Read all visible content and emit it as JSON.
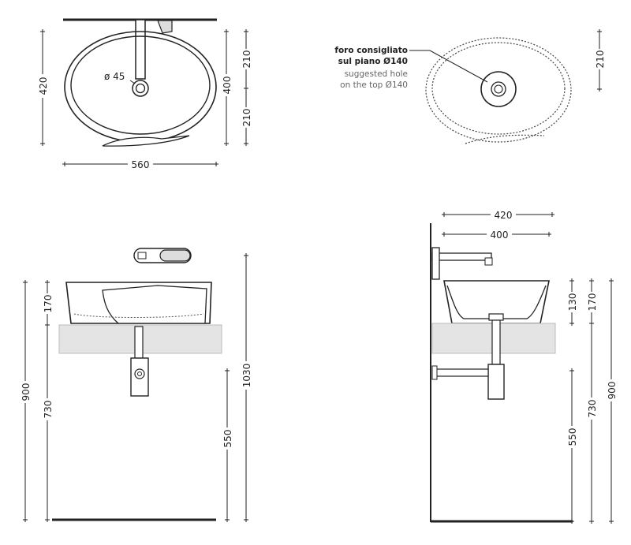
{
  "top_view": {
    "dim_width": "560",
    "dim_depth_overall": "420",
    "dim_depth_bowl": "400",
    "dim_half_upper": "210",
    "dim_half_lower": "210",
    "drain_label": "ø 45"
  },
  "hole_view": {
    "label_it_line1": "foro consigliato",
    "label_it_line2": "sul piano Ø140",
    "label_en_line1": "suggested hole",
    "label_en_line2": "on the top Ø140",
    "dim_half": "210"
  },
  "front_view": {
    "dim_basin_height": "170",
    "dim_counter_height": "730",
    "dim_total_height": "900",
    "dim_tap_height": "1030",
    "dim_trap_height": "550"
  },
  "side_view": {
    "dim_outer_depth": "420",
    "dim_inner_depth": "400",
    "dim_inner_height": "130",
    "dim_basin_height": "170",
    "dim_counter_height": "730",
    "dim_total_height": "900",
    "dim_trap_height": "550"
  },
  "colors": {
    "line": "#222222",
    "countertop": "#e4e4e4",
    "tap": "#dddddd"
  }
}
